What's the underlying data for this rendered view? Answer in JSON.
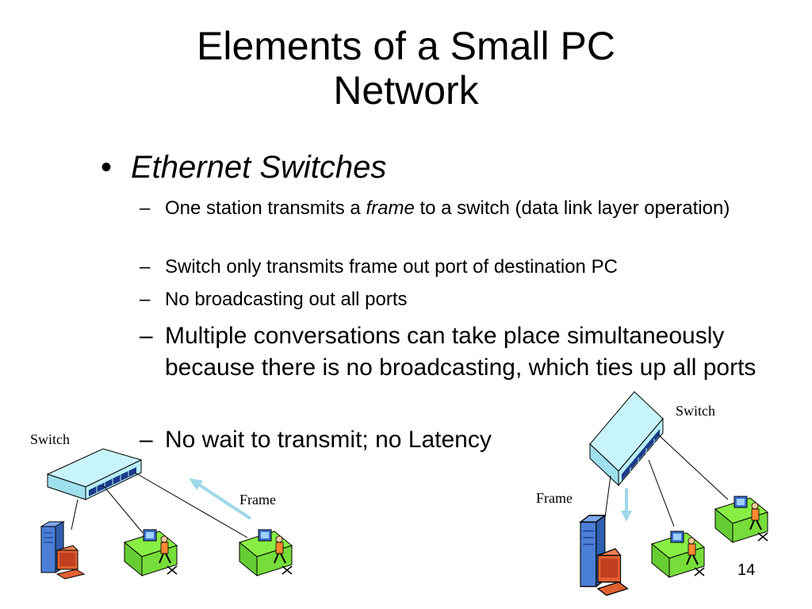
{
  "slide": {
    "title_line1": "Elements of a Small PC",
    "title_line2": "Network",
    "bullet": {
      "marker": "•",
      "text": "Ethernet Switches"
    },
    "sub_bullets": [
      {
        "dash": "–",
        "before": "One station transmits a ",
        "italic": "frame",
        "after": " to a switch (data link layer operation)"
      },
      {
        "dash": "–",
        "text": "Switch only transmits frame out port of destination PC"
      },
      {
        "dash": "–",
        "text": "No broadcasting out all ports"
      },
      {
        "dash": "–",
        "text": "Multiple conversations can take place simultaneously because there is no broadcasting, which ties up all ports"
      },
      {
        "dash": "–",
        "text": "No wait to transmit; no Latency"
      }
    ],
    "page_number": "14"
  },
  "diagram_left": {
    "switch_label": "Switch",
    "frame_label": "Frame"
  },
  "diagram_right": {
    "switch_label": "Switch",
    "frame_label": "Frame"
  },
  "colors": {
    "switch_body": "#b8f0f8",
    "switch_ports": "#1a3a8a",
    "server": "#4b7fd6",
    "monitor_red": "#e06030",
    "desk_green": "#88ee44",
    "arrow": "#9fd8e8"
  }
}
